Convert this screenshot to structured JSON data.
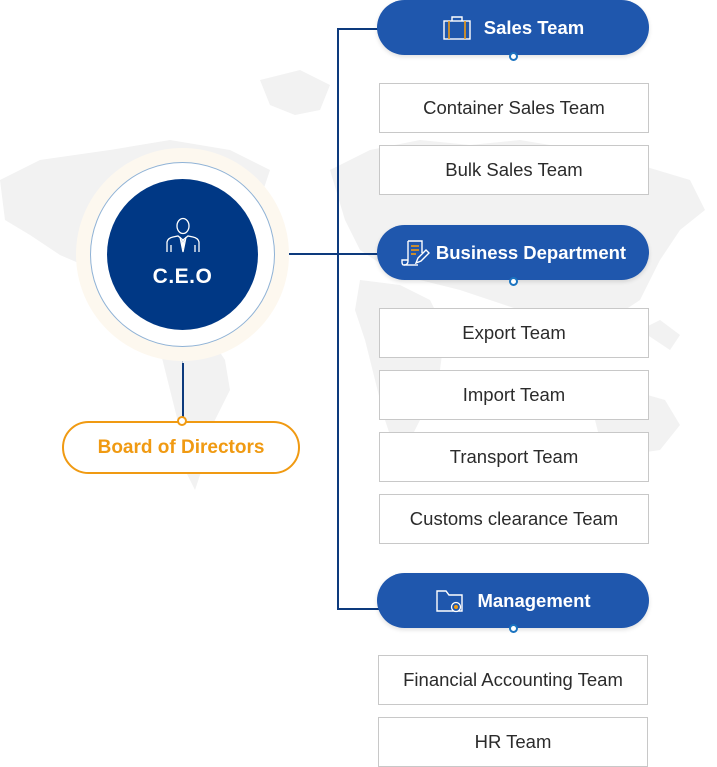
{
  "ceo": {
    "title": "C.E.O",
    "icon": "businessman-icon"
  },
  "board": {
    "label": "Board of Directors"
  },
  "departments": [
    {
      "label": "Sales Team",
      "icon": "briefcase-icon",
      "teams": [
        "Container Sales Team",
        "Bulk Sales Team"
      ]
    },
    {
      "label": "Business Department",
      "icon": "document-edit-icon",
      "teams": [
        "Export Team",
        "Import Team",
        "Transport Team",
        "Customs clearance Team"
      ]
    },
    {
      "label": "Management",
      "icon": "folder-gear-icon",
      "teams": [
        "Financial Accounting Team",
        "HR Team"
      ]
    }
  ],
  "colors": {
    "ceo_navy": "#003885",
    "department_blue": "#1f57ad",
    "board_orange": "#f09a12",
    "connector": "#0d3a7d"
  }
}
